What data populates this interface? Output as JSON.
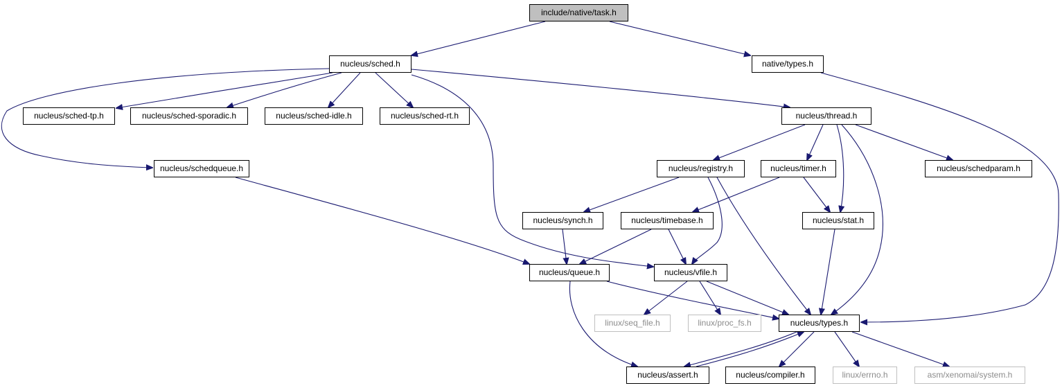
{
  "graph": {
    "edge_color": "#191970",
    "root_fill": "#bfbfbf",
    "external_border": "#bfbfbf",
    "nodes": {
      "task": "include/native/task.h",
      "sched": "nucleus/sched.h",
      "native_types": "native/types.h",
      "sched_tp": "nucleus/sched-tp.h",
      "sched_sporadic": "nucleus/sched-sporadic.h",
      "sched_idle": "nucleus/sched-idle.h",
      "sched_rt": "nucleus/sched-rt.h",
      "thread": "nucleus/thread.h",
      "schedqueue": "nucleus/schedqueue.h",
      "registry": "nucleus/registry.h",
      "timer": "nucleus/timer.h",
      "schedparam": "nucleus/schedparam.h",
      "synch": "nucleus/synch.h",
      "timebase": "nucleus/timebase.h",
      "stat": "nucleus/stat.h",
      "queue": "nucleus/queue.h",
      "vfile": "nucleus/vfile.h",
      "seq_file": "linux/seq_file.h",
      "proc_fs": "linux/proc_fs.h",
      "types": "nucleus/types.h",
      "assert": "nucleus/assert.h",
      "compiler": "nucleus/compiler.h",
      "errno": "linux/errno.h",
      "system": "asm/xenomai/system.h"
    }
  }
}
